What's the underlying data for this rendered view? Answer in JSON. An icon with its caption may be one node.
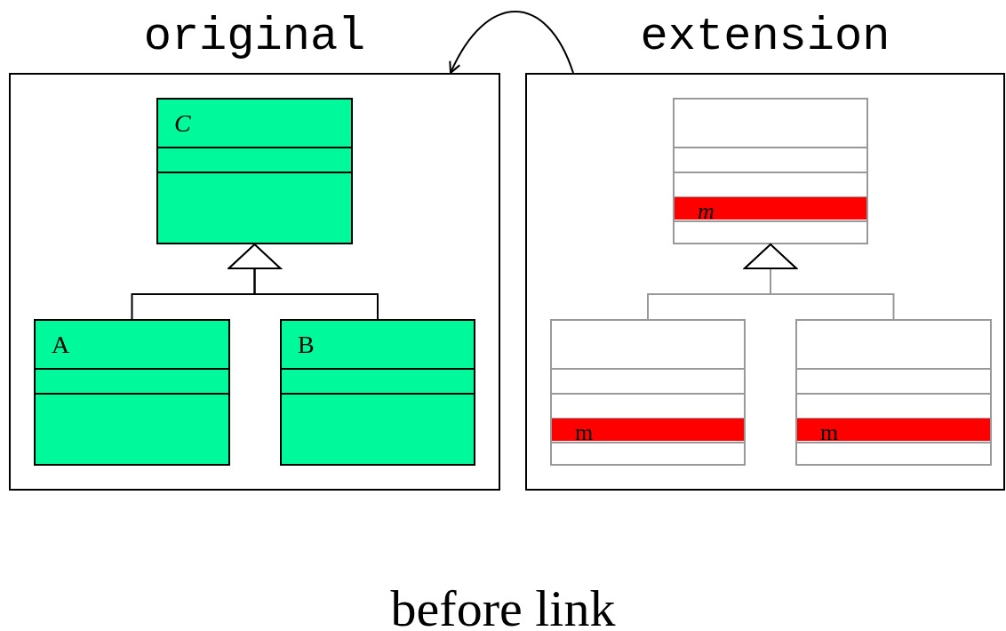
{
  "diagram": {
    "caption": "before link",
    "nodes": [
      {
        "text": [
          "original"
        ]
      },
      {
        "text": [
          "C"
        ],
        "in": 0
      },
      {
        "text": [
          "A"
        ],
        "in": 0
      },
      {
        "text": [
          "B"
        ],
        "in": 0
      },
      {
        "text": [
          "extension"
        ]
      },
      {
        "text": [
          "m"
        ],
        "in": 4
      },
      {
        "text": [
          "m"
        ],
        "in": 4
      },
      {
        "text": [
          "m"
        ],
        "in": 4
      }
    ],
    "edges": [
      {
        "from": 2,
        "to": 1,
        "arrow": "to"
      },
      {
        "from": 3,
        "to": 1,
        "arrow": "to"
      },
      {
        "from": 6,
        "to": 5,
        "arrow": "to",
        "color": "#999999"
      },
      {
        "from": 7,
        "to": 5,
        "arrow": "to",
        "color": "#999999"
      },
      {
        "from": 4,
        "to": 0,
        "arrow": "to"
      }
    ]
  }
}
